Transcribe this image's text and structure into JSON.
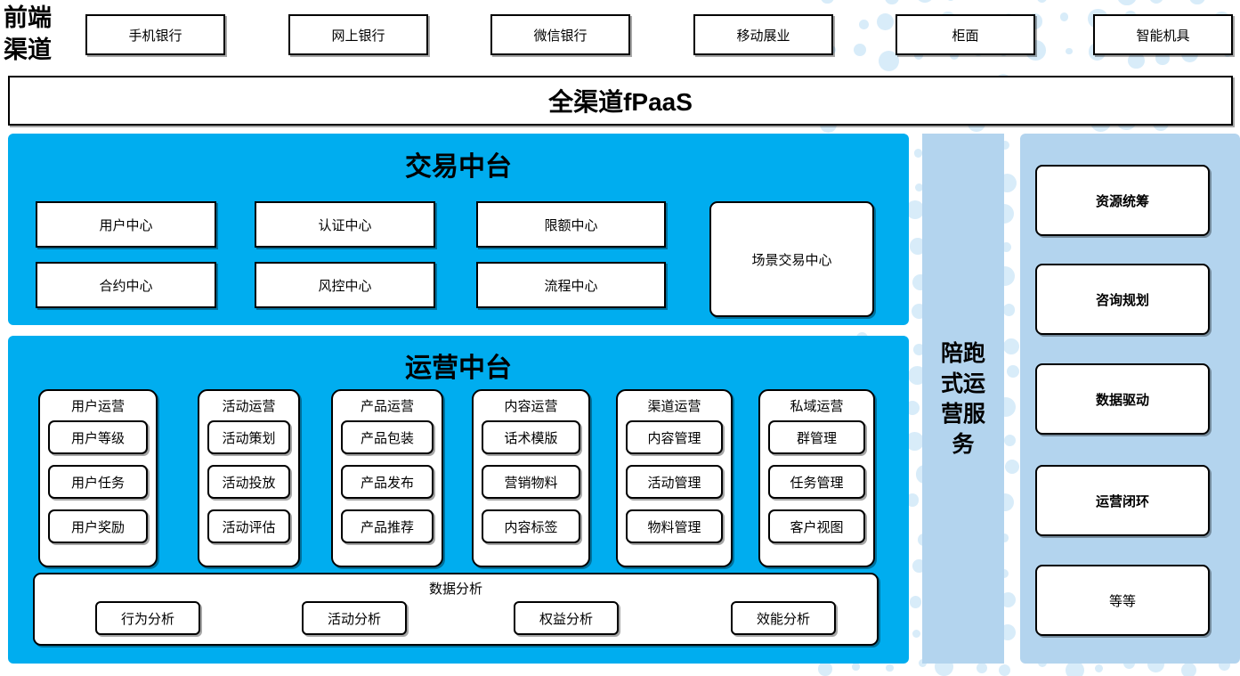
{
  "front_channel": {
    "label_lines": [
      "前端",
      "渠道"
    ],
    "channels": [
      {
        "label": "手机银行"
      },
      {
        "label": "网上银行"
      },
      {
        "label": "微信银行"
      },
      {
        "label": "移动展业"
      },
      {
        "label": "柜面"
      },
      {
        "label": "智能机具"
      }
    ]
  },
  "fpaas": {
    "title": "全渠道fPaaS"
  },
  "trade_platform": {
    "title": "交易中台",
    "items": [
      {
        "label": "用户中心"
      },
      {
        "label": "认证中心"
      },
      {
        "label": "限额中心"
      },
      {
        "label": "合约中心"
      },
      {
        "label": "风控中心"
      },
      {
        "label": "流程中心"
      }
    ],
    "scene_box": {
      "label": "场景交易中心"
    }
  },
  "ops_platform": {
    "title": "运营中台",
    "groups": [
      {
        "title": "用户运营",
        "items": [
          "用户等级",
          "用户任务",
          "用户奖励"
        ]
      },
      {
        "title": "活动运营",
        "items": [
          "活动策划",
          "活动投放",
          "活动评估"
        ]
      },
      {
        "title": "产品运营",
        "items": [
          "产品包装",
          "产品发布",
          "产品推荐"
        ]
      },
      {
        "title": "内容运营",
        "items": [
          "话术模版",
          "营销物料",
          "内容标签"
        ]
      },
      {
        "title": "渠道运营",
        "items": [
          "内容管理",
          "活动管理",
          "物料管理"
        ]
      },
      {
        "title": "私域运营",
        "items": [
          "群管理",
          "任务管理",
          "客户视图"
        ]
      }
    ],
    "data_analysis": {
      "title": "数据分析",
      "items": [
        "行为分析",
        "活动分析",
        "权益分析",
        "效能分析"
      ]
    }
  },
  "companion_service": {
    "label_lines": [
      "陪跑",
      "式运",
      "营服",
      "务"
    ]
  },
  "capabilities": {
    "cards": [
      {
        "label": "资源统筹",
        "bold": true
      },
      {
        "label": "咨询规划",
        "bold": true
      },
      {
        "label": "数据驱动",
        "bold": true
      },
      {
        "label": "运营闭环",
        "bold": true
      },
      {
        "label": "等等",
        "bold": false
      }
    ]
  },
  "colors": {
    "cyan_panel": "#00ADEF",
    "light_blue_panel": "#B3D4EE",
    "dot": "#d8ecf9",
    "box_border": "#000000",
    "box_fill": "#ffffff"
  }
}
